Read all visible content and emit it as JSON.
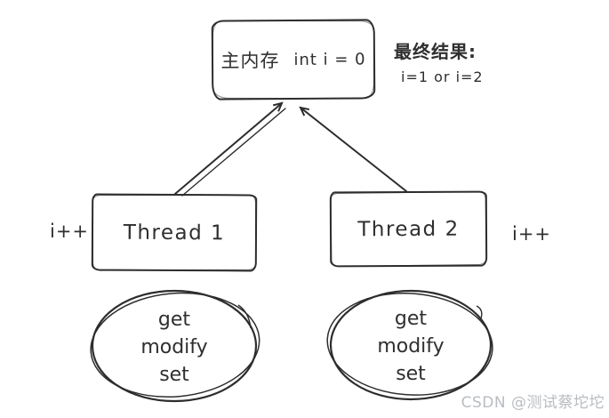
{
  "canvas": {
    "background": "#ffffff",
    "stroke_color": "#2d2d2d",
    "text_color": "#2f2f2f",
    "watermark_color": "#b9bdc1"
  },
  "main_memory": {
    "label": "主内存",
    "variable": "int i = 0"
  },
  "final_result": {
    "title": "最终结果:",
    "value": "i=1 or i=2"
  },
  "threads": [
    {
      "label": "Thread 1",
      "operation": "i++",
      "steps": [
        "get",
        "modify",
        "set"
      ]
    },
    {
      "label": "Thread 2",
      "operation": "i++",
      "steps": [
        "get",
        "modify",
        "set"
      ]
    }
  ],
  "watermark": "CSDN @测试蔡坨坨"
}
